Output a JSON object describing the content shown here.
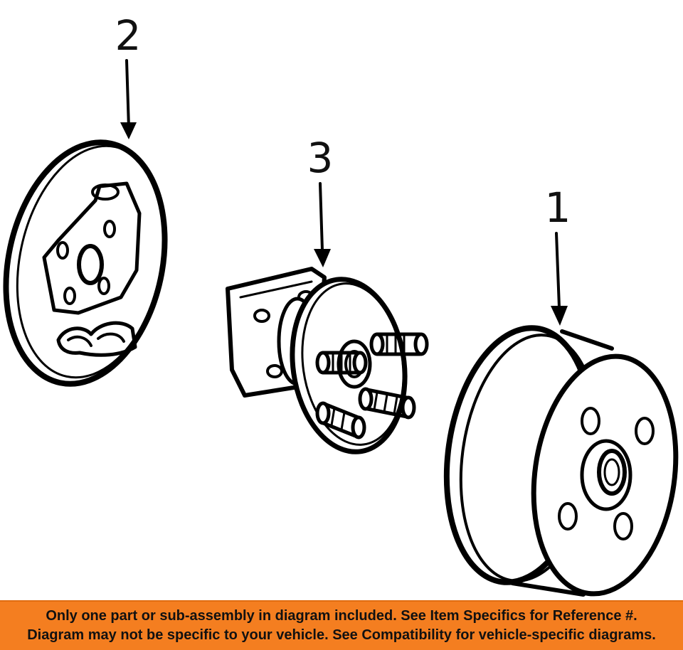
{
  "diagram": {
    "callouts": [
      {
        "number": "2",
        "part": "backing-plate"
      },
      {
        "number": "3",
        "part": "hub-bearing-assembly"
      },
      {
        "number": "1",
        "part": "brake-drum"
      }
    ]
  },
  "banner": {
    "line1": "Only one part or sub-assembly in diagram included. See Item Specifics for Reference #.",
    "line2": "Diagram may not be specific to your vehicle. See Compatibility for vehicle-specific diagrams.",
    "background": "#f47e20"
  }
}
